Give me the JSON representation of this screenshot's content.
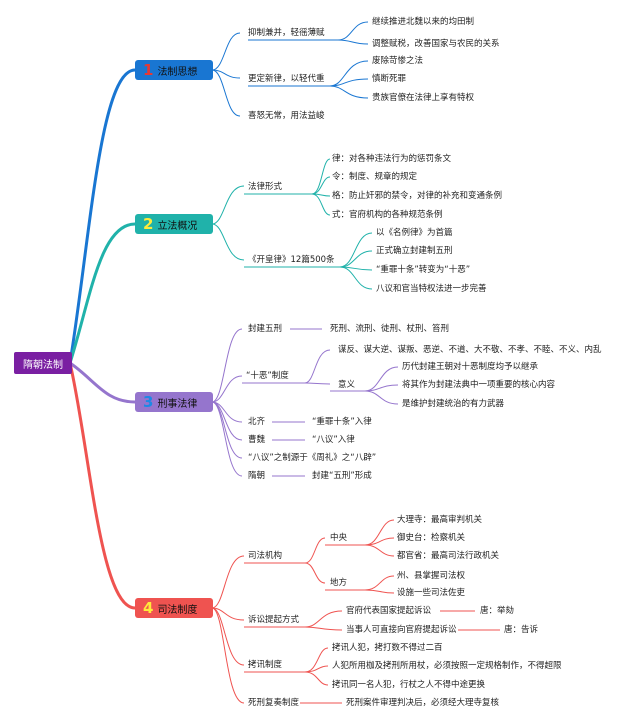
{
  "root": {
    "label": "隋朝法制"
  },
  "branches": [
    {
      "num": "1",
      "label": "法制思想",
      "color": "#1976d2",
      "numColor": "#e53935"
    },
    {
      "num": "2",
      "label": "立法概况",
      "color": "#20b2aa",
      "numColor": "#ffeb3b"
    },
    {
      "num": "3",
      "label": "刑事法律",
      "color": "#9575cd",
      "numColor": "#1e88e5"
    },
    {
      "num": "4",
      "label": "司法制度",
      "color": "#ef5350",
      "numColor": "#ffeb3b"
    }
  ],
  "nodes": {
    "b1_a": "抑制兼并，轻徭薄赋",
    "b1_a1": "继续推进北魏以来的均田制",
    "b1_a2": "调整赋税，改善国家与农民的关系",
    "b1_b": "更定新律，以轻代重",
    "b1_b1": "废除苛惨之法",
    "b1_b2": "慎断死罪",
    "b1_b3": "贵族官僚在法律上享有特权",
    "b1_c": "喜怒无常，用法益峻",
    "b2_a": "法律形式",
    "b2_a1": "律：对各种违法行为的惩罚条文",
    "b2_a2": "令：制度、规章的规定",
    "b2_a3": "格：防止奸邪的禁令，对律的补充和变通条例",
    "b2_a4": "式：官府机构的各种规范条例",
    "b2_b": "《开皇律》12篇500条",
    "b2_b1": "以《名例律》为首篇",
    "b2_b2": "正式确立封建制五刑",
    "b2_b3": "“重罪十条”转变为“十恶”",
    "b2_b4": "八议和官当特权法进一步完善",
    "b3_a": "封建五刑",
    "b3_a1": "死刑、流刑、徒刑、杖刑、笞刑",
    "b3_b": "“十恶”制度",
    "b3_b1": "谋反、谋大逆、谋叛、恶逆、不道、大不敬、不孝、不睦、不义、内乱",
    "b3_b2": "意义",
    "b3_b2a": "历代封建王朝对十恶制度均予以继承",
    "b3_b2b": "将其作为封建法典中一项重要的核心内容",
    "b3_b2c": "是维护封建统治的有力武器",
    "b3_c": "北齐",
    "b3_c1": "“重罪十条”入律",
    "b3_d": "曹魏",
    "b3_d1": "“八议”入律",
    "b3_e": "“八议”之制源于《周礼》之“八辟”",
    "b3_f": "隋朝",
    "b3_f1": "封建“五刑”形成",
    "b4_a": "司法机构",
    "b4_a1": "中央",
    "b4_a1a": "大理寺：最高审判机关",
    "b4_a1b": "御史台：检察机关",
    "b4_a1c": "都官省：最高司法行政机关",
    "b4_a2": "地方",
    "b4_a2a": "州、县掌握司法权",
    "b4_a2b": "设施一些司法佐吏",
    "b4_b": "诉讼提起方式",
    "b4_b1": "官府代表国家提起诉讼",
    "b4_b1x": "唐：举劾",
    "b4_b2": "当事人可直接向官府提起诉讼",
    "b4_b2x": "唐：告诉",
    "b4_c": "拷讯制度",
    "b4_c1": "拷讯人犯，拷打数不得过二百",
    "b4_c2": "人犯所用枷及拷刑所用杖，必须按照一定规格制作，不得超限",
    "b4_c3": "拷讯同一名人犯，行杖之人不得中途更换",
    "b4_d": "死刑复奏制度",
    "b4_d1": "死刑案件审理判决后，必须经大理寺复核"
  }
}
